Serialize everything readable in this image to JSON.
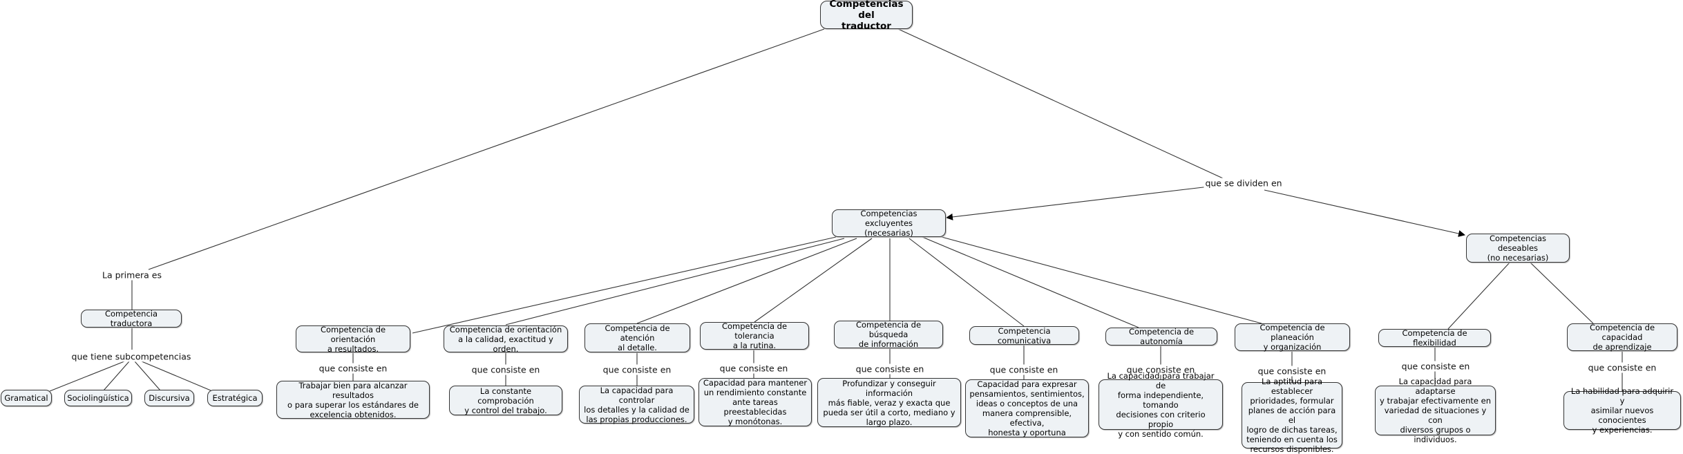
{
  "nodes": {
    "root": "Competencias del\ntraductor",
    "traductora": "Competencia traductora",
    "gramatical": "Gramatical",
    "socioling": "Sociolingüística",
    "discursiva": "Discursiva",
    "estrategica": "Estratégica",
    "excluyentes": "Competencias excluyentes\n(necesarias)",
    "deseables": "Competencias deseables\n(no necesarias)",
    "c1": "Competencia de orientación\na resultados.",
    "d1": "Trabajar bien para alcanzar resultados\no para superar los estándares de\nexcelencia obtenidos.",
    "c2": "Competencia de orientación\na la calidad, exactitud y orden.",
    "d2": "La constante comprobación\ny control del trabajo.",
    "c3": "Competencia de atención\nal detalle.",
    "d3": "La capacidad para controlar\nlos detalles y la calidad de\nlas propias producciones.",
    "c4": "Competencia de tolerancia\na la rutina.",
    "d4": "Capacidad para mantener\nun rendimiento constante\nante tareas preestablecidas\ny monótonas.",
    "c5": "Competencia de búsqueda\nde información",
    "d5": "Profundizar y conseguir información\nmás fiable, veraz y exacta que\npueda ser útil a corto, mediano y\nlargo plazo.",
    "c6": "Competencia comunicativa",
    "d6": "Capacidad para expresar\npensamientos, sentimientos,\nideas o conceptos de una\nmanera comprensible, efectiva,\nhonesta y oportuna",
    "c7": "Competencia de autonomía",
    "d7": "La capacidad para trabajar de\nforma independiente, tomando\ndecisiones con criterio propio\ny con sentido común.",
    "c8": "Competencia de planeación\ny organización",
    "d8": "La aptitud para establecer\nprioridades, formular\nplanes de acción para el\nlogro de dichas tareas,\nteniendo en cuenta los\nrecursos disponibles.",
    "c9": "Competencia de flexibilidad",
    "d9": "La capacidad para adaptarse\ny trabajar efectivamente en\nvariedad de situaciones y con\ndiversos grupos o individuos.",
    "c10": "Competencia de capacidad\nde aprendizaje",
    "d10": "La habilidad para adquirir y\nasimilar nuevos conocientes\ny experiencias."
  },
  "labels": {
    "primera": "La primera es",
    "dividen": "que se dividen en",
    "subcomp": "que tiene subcompetencias",
    "consiste": "que consiste en"
  }
}
